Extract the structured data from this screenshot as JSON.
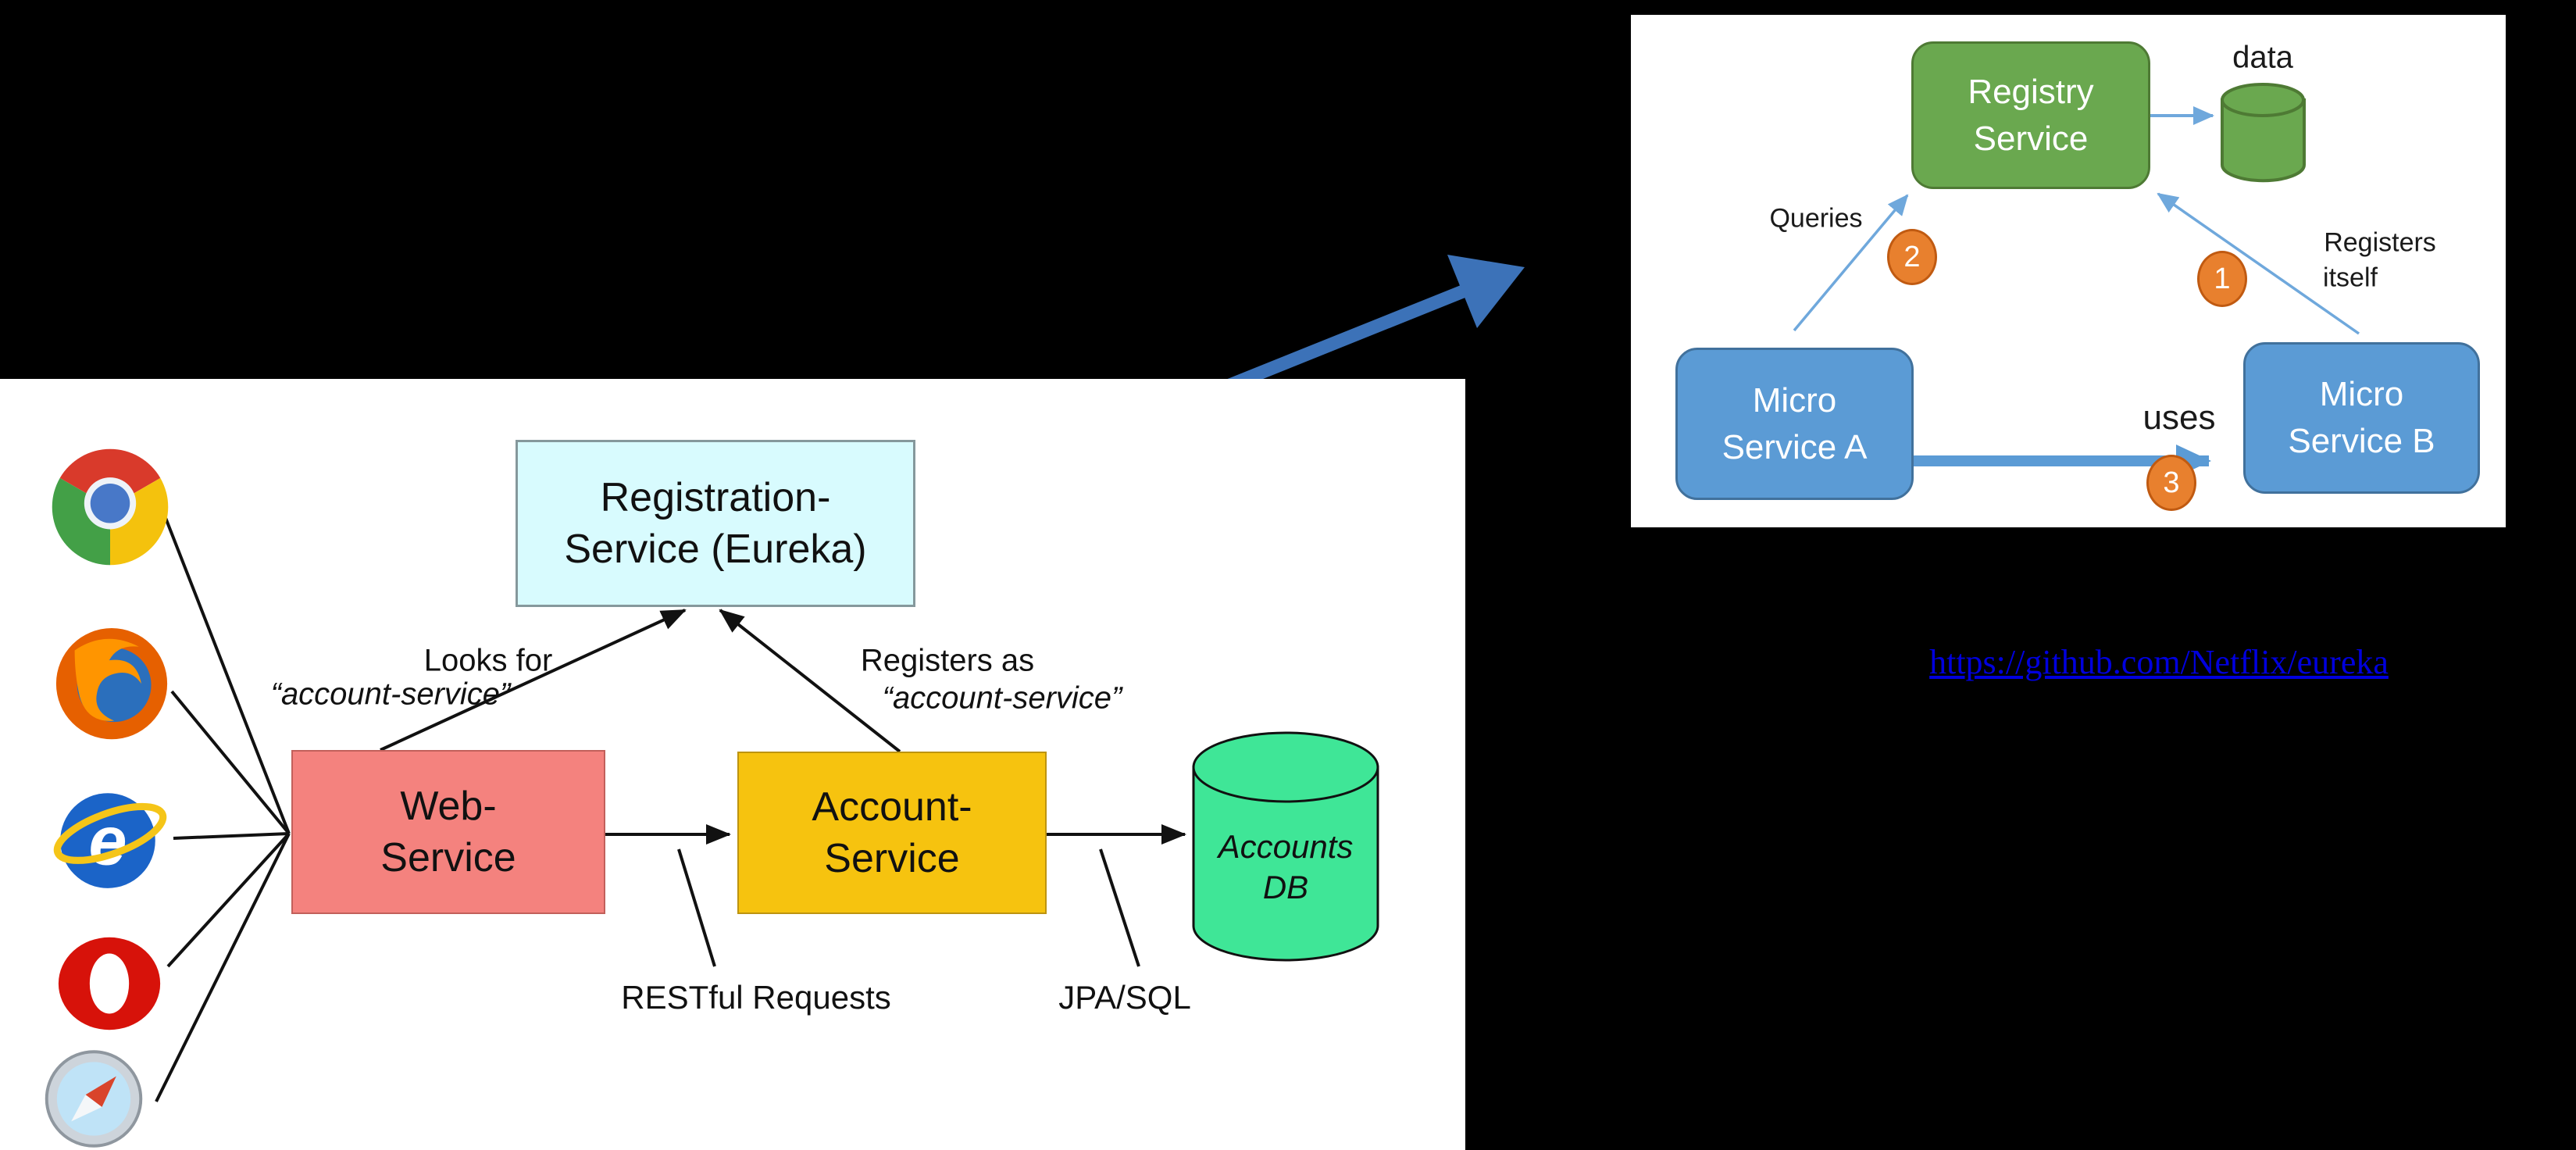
{
  "colors": {
    "background": "#000000",
    "panel_white": "#ffffff",
    "registry_green": "#6aa84f",
    "green_border": "#4e7a34",
    "service_blue": "#5b9bd5",
    "blue_border": "#41719c",
    "step_orange": "#e8802e",
    "orange_border": "#c05a11",
    "thin_arrow_blue": "#6fa8dc",
    "flow_arrow_blue": "#3c72b8",
    "registration_cyan": "#d8fbfe",
    "web_salmon": "#f4827e",
    "account_gold": "#f6c30f",
    "db_green": "#3fe697",
    "link_blue": "#0000dd"
  },
  "left_panel": {
    "browsers": {
      "chrome": "chrome-icon",
      "firefox": "firefox-icon",
      "internet_explorer": "internet-explorer-icon",
      "opera": "opera-icon",
      "safari": "safari-icon"
    },
    "nodes": {
      "registration": {
        "line1": "Registration-",
        "line2": "Service (Eureka)"
      },
      "web": {
        "line1": "Web-",
        "line2": "Service"
      },
      "account": {
        "line1": "Account-",
        "line2": "Service"
      },
      "db": {
        "line1": "Accounts",
        "line2": "DB"
      }
    },
    "labels": {
      "looks_for_line1": "Looks for",
      "looks_for_line2": "“account-service”",
      "registers_as_line1": "Registers as",
      "registers_as_line2": "“account-service”",
      "restful": "RESTful Requests",
      "jpa_sql": "JPA/SQL"
    }
  },
  "right_panel": {
    "nodes": {
      "registry": {
        "line1": "Registry",
        "line2": "Service"
      },
      "data_store": {
        "label": "data"
      },
      "service_a": {
        "line1": "Micro",
        "line2": "Service A"
      },
      "service_b": {
        "line1": "Micro",
        "line2": "Service B"
      }
    },
    "labels": {
      "queries": "Queries",
      "registers_line1": "Registers",
      "registers_line2": "itself",
      "uses": "uses"
    },
    "steps": {
      "register": "1",
      "query": "2",
      "use": "3"
    }
  },
  "link": {
    "text": "https://github.com/Netflix/eureka"
  }
}
